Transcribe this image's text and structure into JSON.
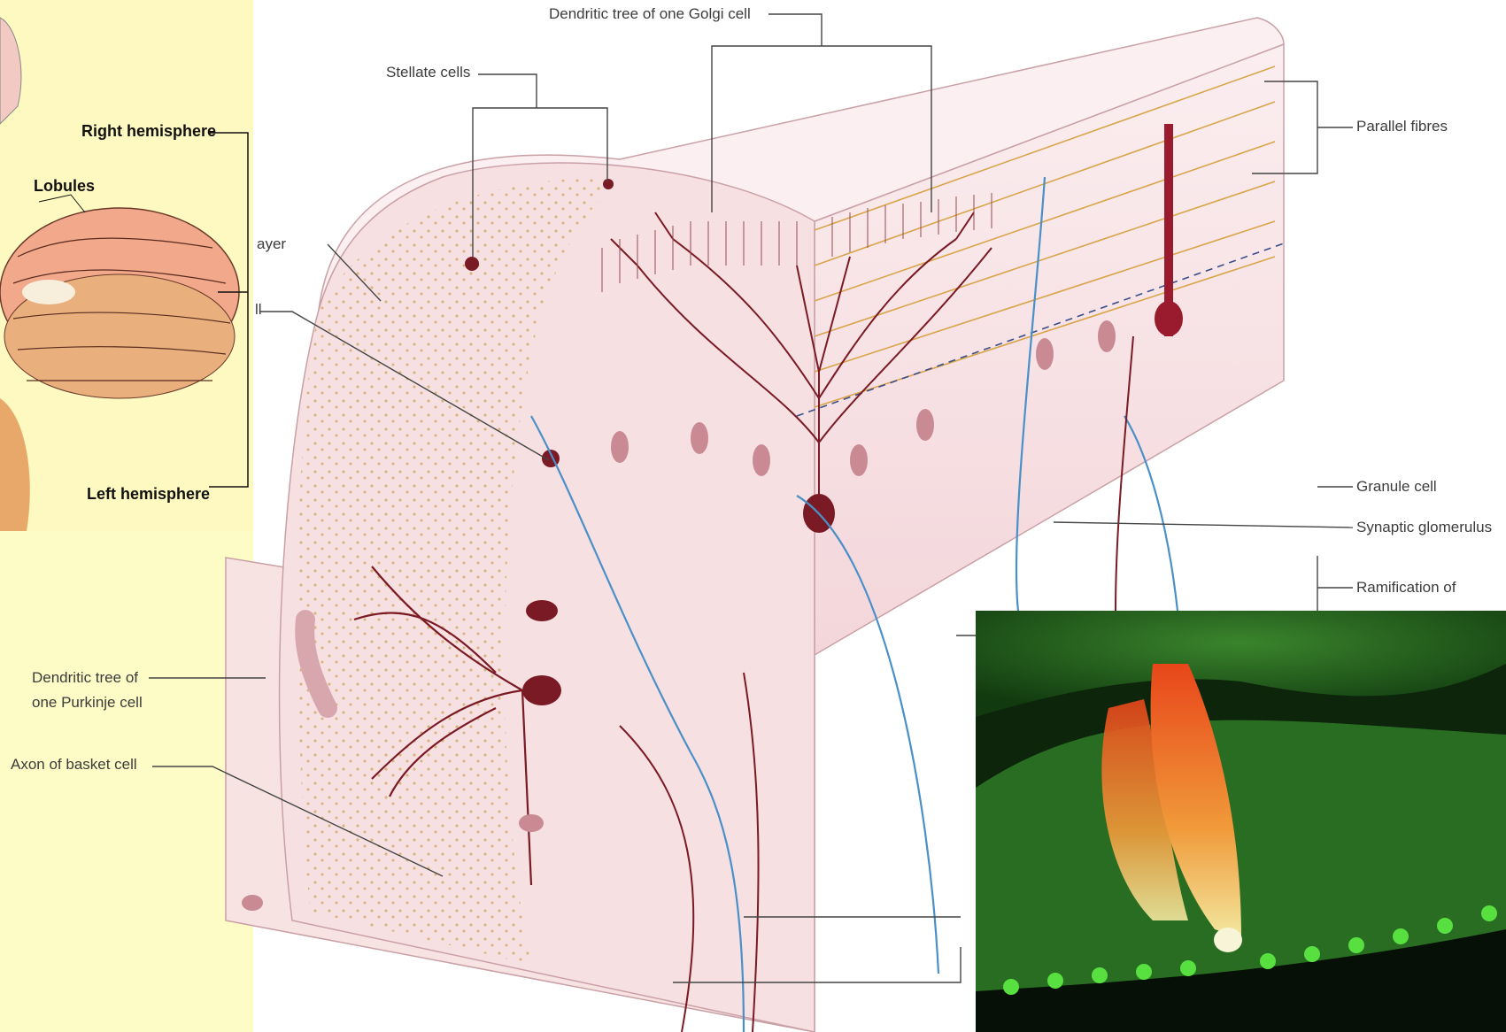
{
  "inset": {
    "labels": {
      "right_hemisphere": "Right hemisphere",
      "lobules": "Lobules",
      "left_hemisphere": "Left hemisphere"
    }
  },
  "diagram": {
    "labels": {
      "golgi_tree": "Dendritic tree of one Golgi cell",
      "stellate": "Stellate cells",
      "parallel": "Parallel fibres",
      "layer_fragment": "ayer",
      "cell_fragment": "ll",
      "granule": "Granule cell",
      "glomerulus": "Synaptic glomerulus",
      "ramification_line1": "Ramification of",
      "purkinje_tree_line1": "Dendritic tree of",
      "purkinje_tree_line2": "one Purkinje cell",
      "basket_axon": "Axon of basket cell"
    },
    "colors": {
      "background": "#fdfbc6",
      "block_face": "#f7dcdc",
      "purkinje": "#7a1a24",
      "basket_fibre": "#4a90c8",
      "parallel_fibre": "#d9a54a",
      "cell_body": "#c98a94"
    }
  },
  "micrograph": {
    "colors": {
      "tissue": "#2e7a26",
      "cells": "#e85a1c",
      "highlight": "#f3e8a0"
    }
  }
}
